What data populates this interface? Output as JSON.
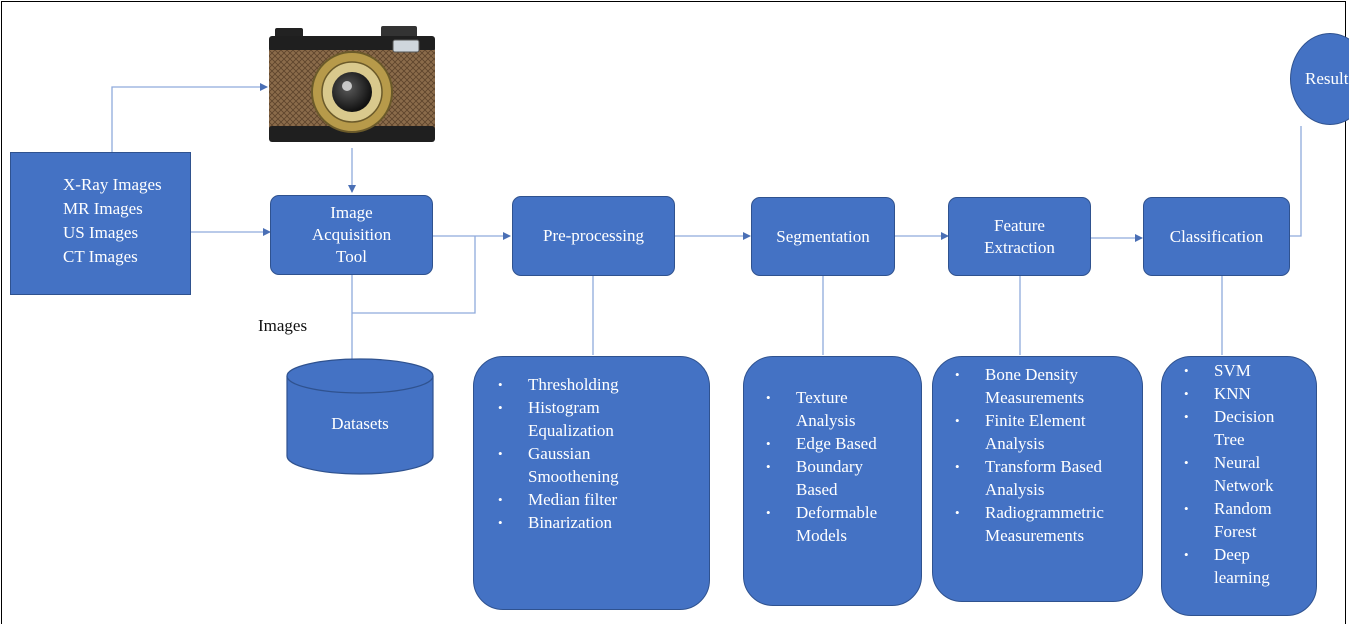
{
  "sources": {
    "items": [
      "X-Ray Images",
      "MR Images",
      "US Images",
      "CT Images"
    ]
  },
  "nodes": {
    "acquisition": "Image\nAcquisition\nTool",
    "preprocessing": "Pre-processing",
    "segmentation": "Segmentation",
    "feature_extraction": "Feature\nExtraction",
    "classification": "Classification",
    "result": "Result",
    "datasets": "Datasets"
  },
  "images_label": "Images",
  "bullet_char": "•",
  "panels": {
    "preprocessing": [
      "Thresholding",
      "Histogram\nEqualization",
      "Gaussian\nSmoothening",
      "Median filter",
      "Binarization"
    ],
    "segmentation": [
      "Texture\nAnalysis",
      "Edge Based",
      "Boundary\nBased",
      "Deformable\nModels"
    ],
    "feature_extraction": [
      "Bone Density\nMeasurements",
      "Finite Element\nAnalysis",
      "Transform Based\nAnalysis",
      "Radiogrammetric\nMeasurements"
    ],
    "classification": [
      "SVM",
      "KNN",
      "Decision\nTree",
      "Neural\nNetwork",
      "Random\nForest",
      "Deep\nlearning"
    ]
  },
  "colors": {
    "box_fill": "#4472c4",
    "box_border": "#2f528f",
    "connector": "#8faadc",
    "camera_body": "#7a5a3c"
  },
  "icons": {
    "camera": "camera-icon",
    "datasets": "database-cylinder-icon"
  }
}
